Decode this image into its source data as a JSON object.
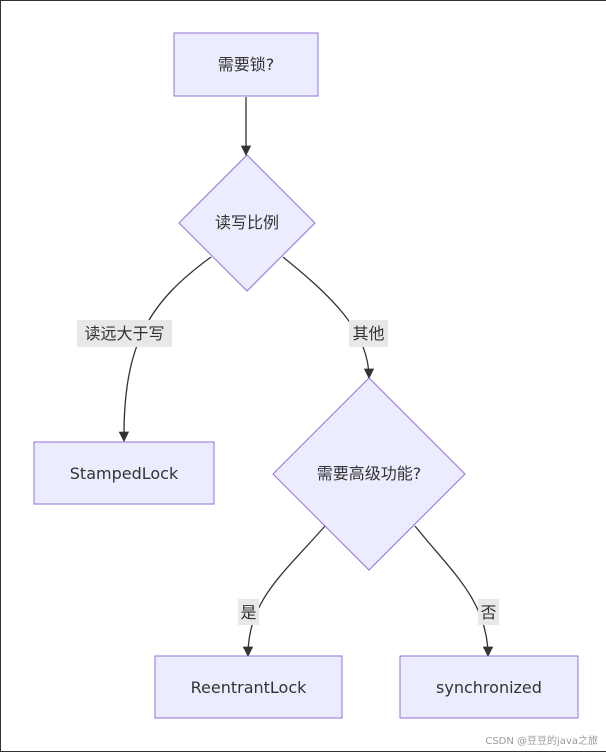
{
  "nodes": {
    "need_lock": "需要锁?",
    "rw_ratio": "读写比例",
    "stamped_lock": "StampedLock",
    "need_advanced": "需要高级功能?",
    "reentrant_lock": "ReentrantLock",
    "synchronized": "synchronized"
  },
  "edges": {
    "read_much_more": "读远大于写",
    "other": "其他",
    "yes": "是",
    "no": "否"
  },
  "watermark": "CSDN @豆豆的java之旅",
  "colors": {
    "node_fill": "#ececff",
    "node_stroke": "#9370db",
    "edge": "#333333",
    "label_bg": "#e8e8e8"
  }
}
